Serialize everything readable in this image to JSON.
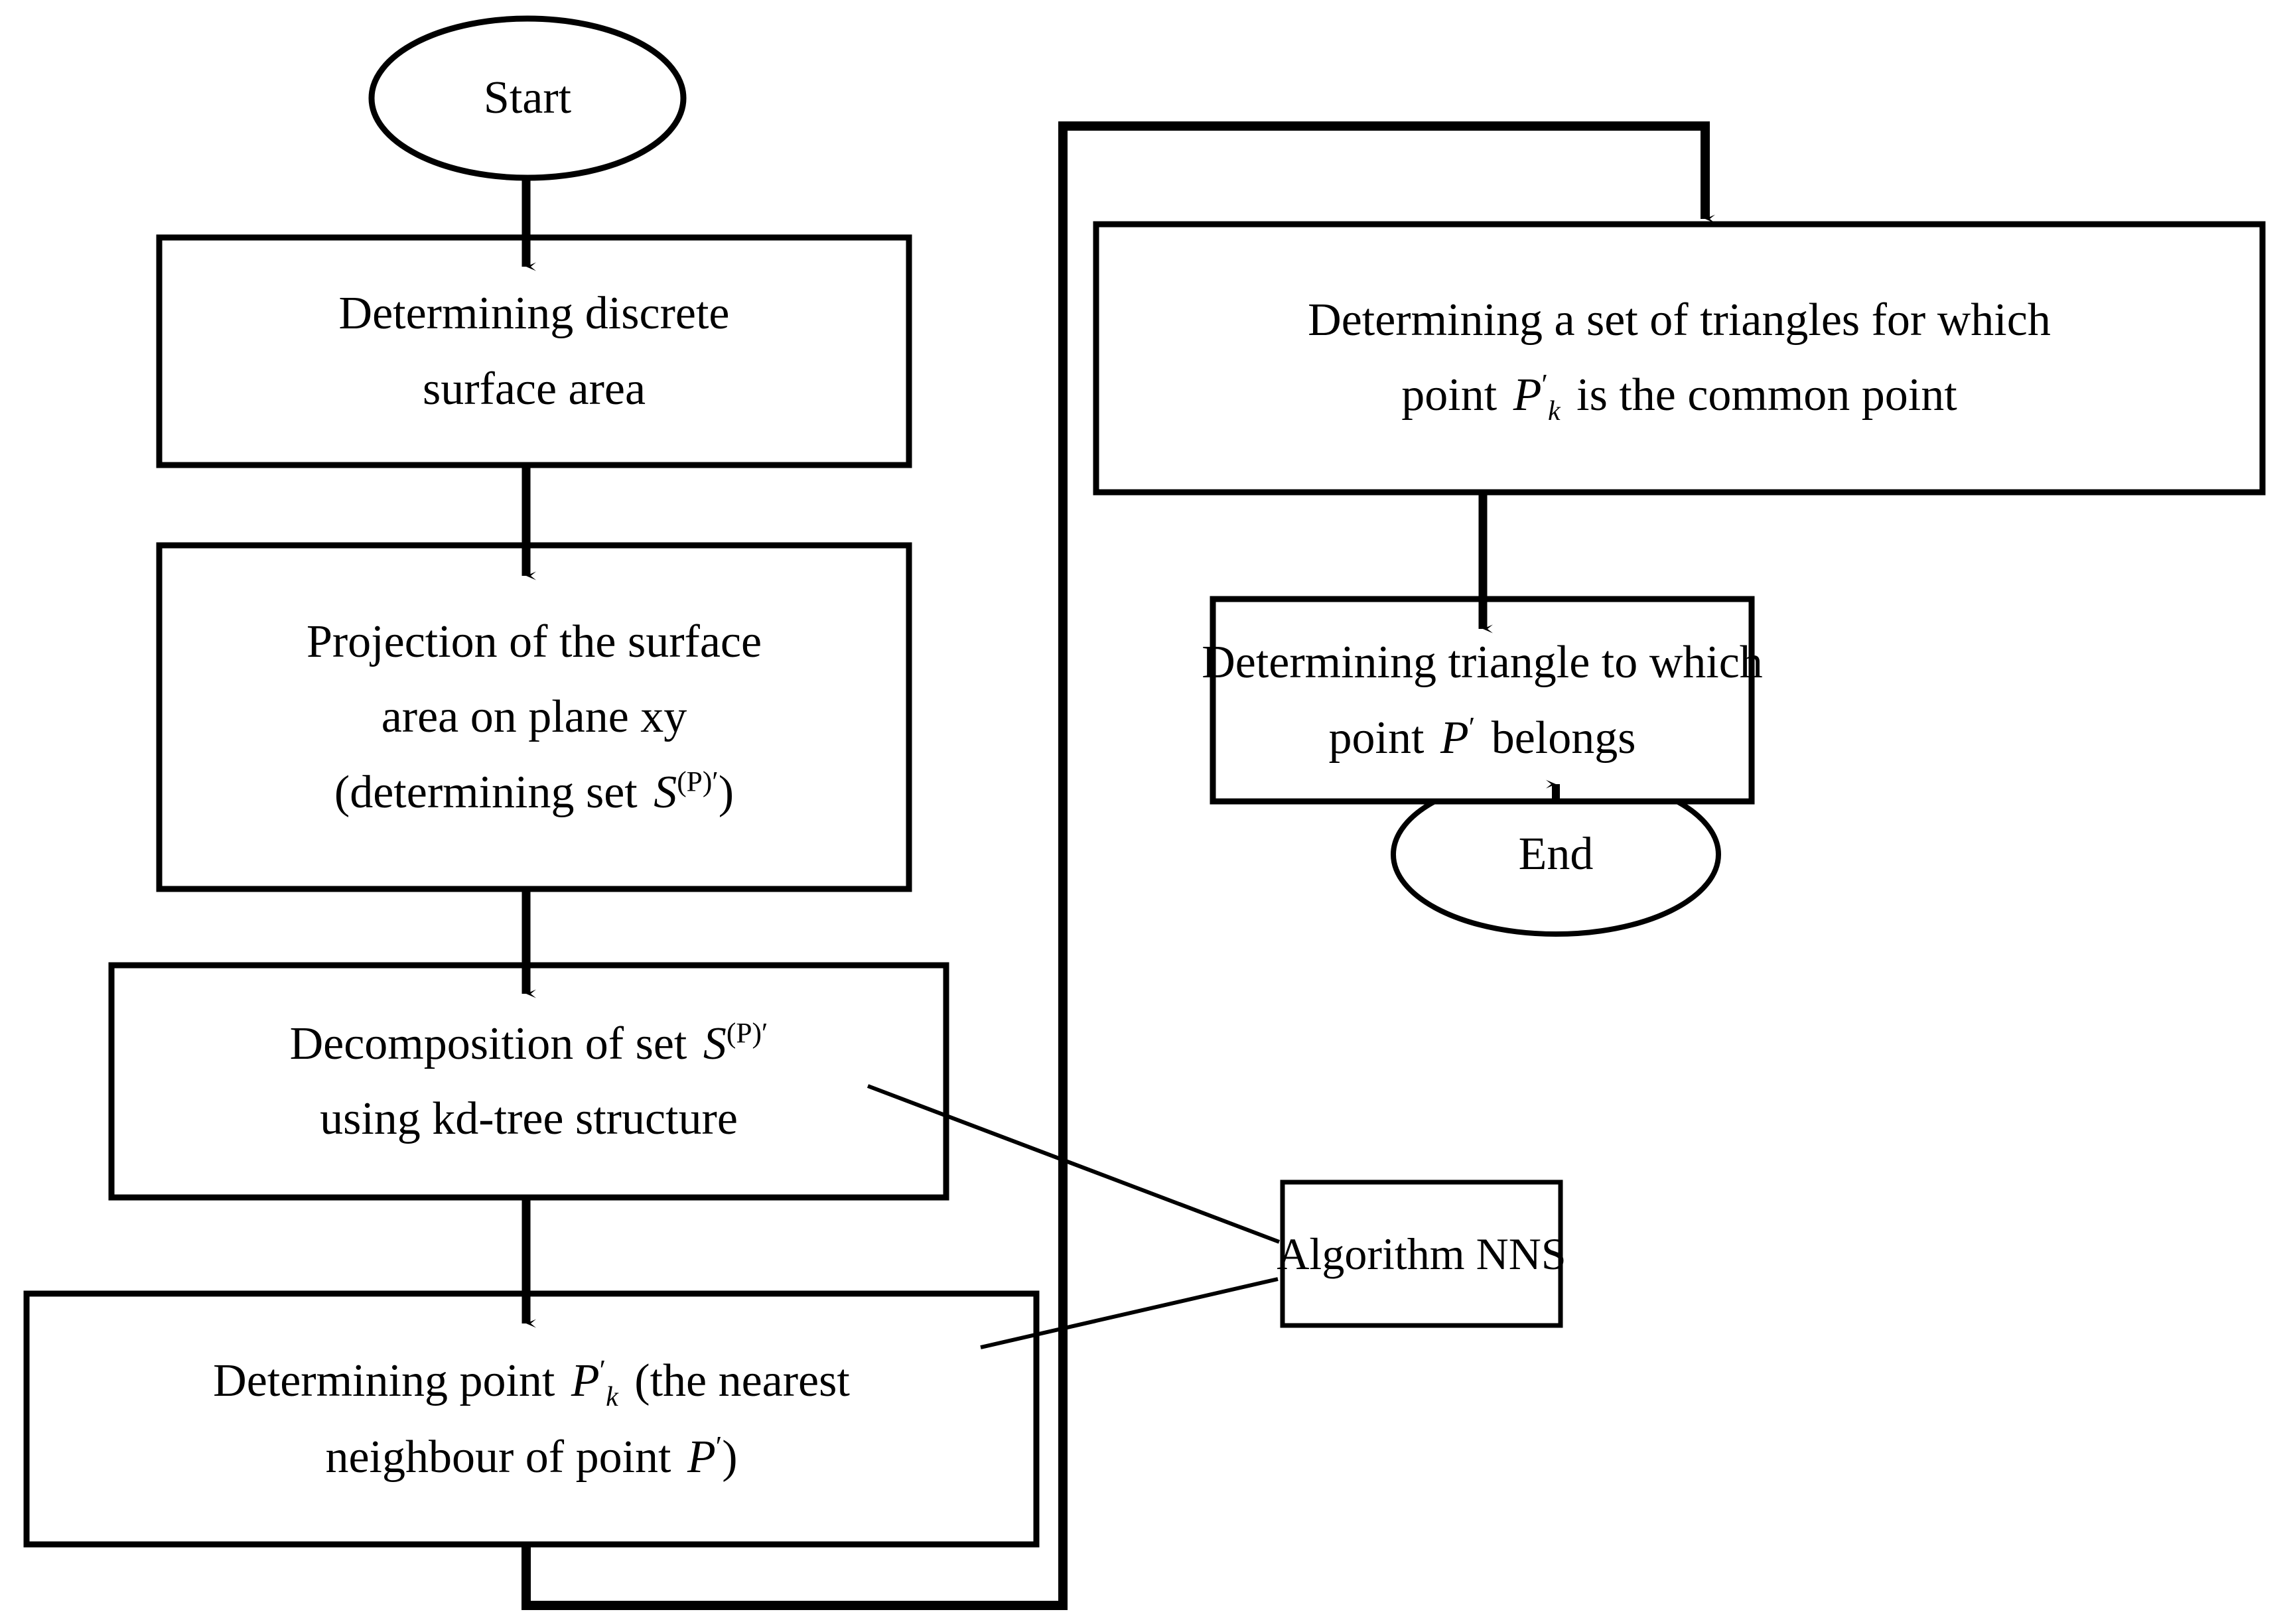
{
  "diagram": {
    "title": "Algorithm NNS flowchart",
    "background_color": "#ffffff",
    "line_color": "#000000",
    "text_color": "#000000"
  },
  "nodes": {
    "start": {
      "type": "terminator",
      "label": "Start"
    },
    "step1": {
      "type": "process",
      "line1": "Determining discrete",
      "line2": "surface area"
    },
    "step2": {
      "type": "process",
      "line1": "Projection of the surface",
      "line2": "area on plane xy",
      "line3_pre": "(determining set",
      "line3_var": "S",
      "line3_sup": "(P)′",
      "line3_post": ")"
    },
    "step3": {
      "type": "process",
      "line1_pre": "Decomposition of set",
      "line1_var": "S",
      "line1_sup": "(P)′",
      "line2": "using kd-tree structure"
    },
    "step4": {
      "type": "process",
      "line1_pre": "Determining point",
      "line1_var": "P",
      "line1_sub": "k",
      "line1_prime": "′",
      "line1_post": "(the nearest",
      "line2_pre": "neighbour of point",
      "line2_var": "P",
      "line2_prime": "′",
      "line2_post": ")"
    },
    "step5": {
      "type": "process",
      "line1": "Determining a set of triangles for which",
      "line2_pre": "point",
      "line2_var": "P",
      "line2_sub": "k",
      "line2_prime": "′",
      "line2_post": "is the common point"
    },
    "step6": {
      "type": "process",
      "line1": "Determining triangle to which",
      "line2_pre": "point",
      "line2_var": "P",
      "line2_prime": "′",
      "line2_post": "belongs"
    },
    "end": {
      "type": "terminator",
      "label": "End"
    },
    "annotation": {
      "type": "note",
      "label": "Algorithm NNS"
    }
  },
  "edges": [
    {
      "from": "start",
      "to": "step1",
      "style": "arrow-down"
    },
    {
      "from": "step1",
      "to": "step2",
      "style": "arrow-down"
    },
    {
      "from": "step2",
      "to": "step3",
      "style": "arrow-down"
    },
    {
      "from": "step3",
      "to": "step4",
      "style": "arrow-down"
    },
    {
      "from": "step4",
      "to": "step5",
      "style": "loop-right-up-arrow-down"
    },
    {
      "from": "step5",
      "to": "step6",
      "style": "arrow-down"
    },
    {
      "from": "step6",
      "to": "end",
      "style": "arrow-down"
    },
    {
      "from": "annotation",
      "to": "step3",
      "style": "leader-line"
    },
    {
      "from": "annotation",
      "to": "step4",
      "style": "leader-line"
    }
  ]
}
